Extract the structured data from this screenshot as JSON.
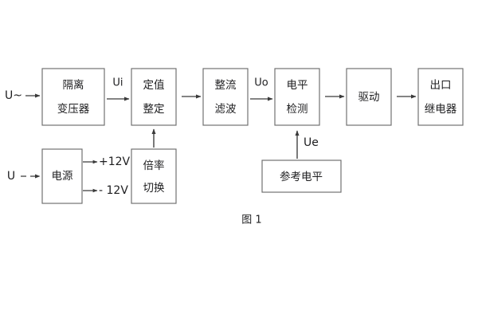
{
  "figure": {
    "caption": "图 1",
    "background_color": "#ffffff",
    "box_stroke_color": "#6b6b6b",
    "line_color": "#3a3a3a",
    "text_color": "#1d1d1f"
  },
  "inputs": {
    "ac_source_label": "U~",
    "dc_source_label": "U"
  },
  "signals": {
    "ui": "Ui",
    "uo": "Uo",
    "ue": "Ue"
  },
  "rails": {
    "positive": "+12V",
    "negative": "- 12V"
  },
  "blocks": [
    {
      "id": "isolation-transformer",
      "line1": "隔离",
      "line2": "变压器"
    },
    {
      "id": "setpoint-adjust",
      "line1": "定值",
      "line2": "整定"
    },
    {
      "id": "rectify-filter",
      "line1": "整流",
      "line2": "滤波"
    },
    {
      "id": "level-detection",
      "line1": "电平",
      "line2": "检测"
    },
    {
      "id": "driver",
      "line1": "驱动",
      "line2": ""
    },
    {
      "id": "output-relay",
      "line1": "出口",
      "line2": "继电器"
    },
    {
      "id": "power-supply",
      "line1": "电源",
      "line2": ""
    },
    {
      "id": "multiplier-switch",
      "line1": "倍率",
      "line2": "切换"
    },
    {
      "id": "reference-level",
      "line1": "参考电平",
      "line2": ""
    }
  ]
}
